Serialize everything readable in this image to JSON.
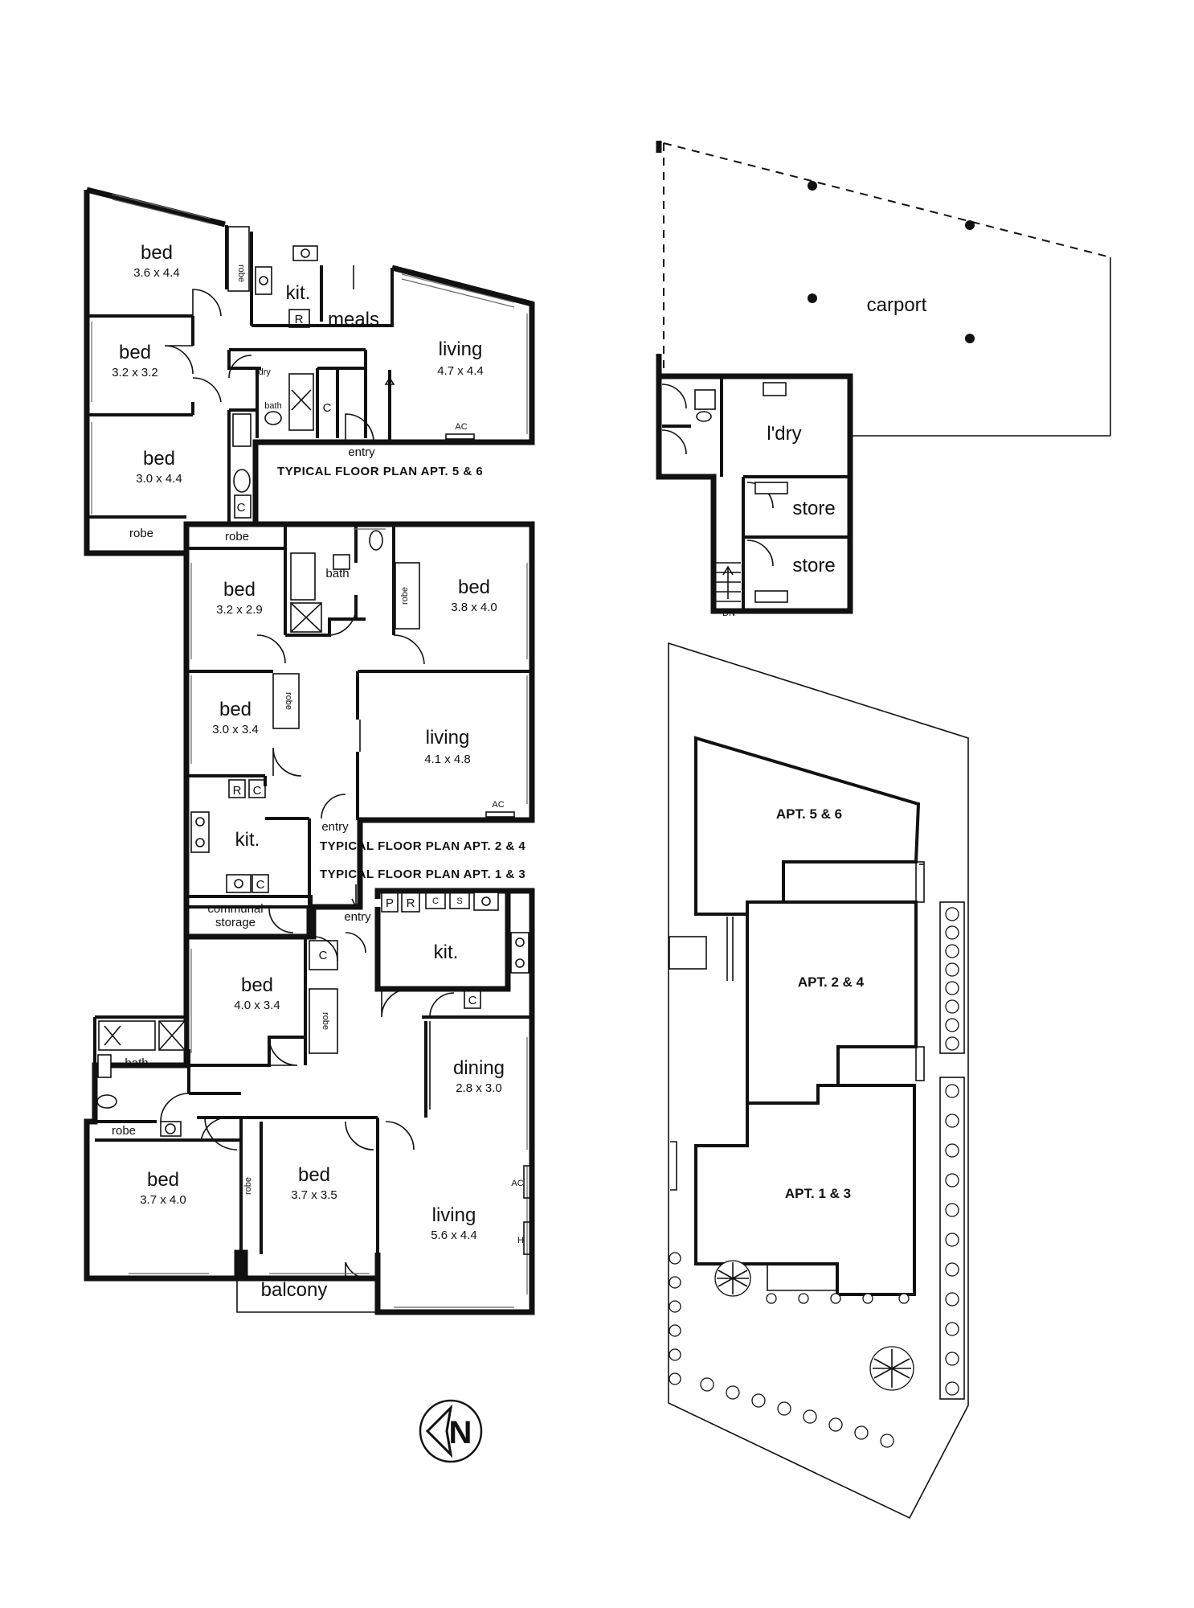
{
  "rooms_apt56": {
    "bed1": {
      "name": "bed",
      "size": "3.6 x 4.4"
    },
    "robe1": "robe",
    "kit": "kit.",
    "r": "R",
    "meals": "meals",
    "bed2": {
      "name": "bed",
      "size": "3.2 x 3.2"
    },
    "ldry": "l'dry",
    "bath": "bath",
    "c1": "C",
    "living": {
      "name": "living",
      "size": "4.7 x 4.4"
    },
    "ac": "AC",
    "entry": "entry",
    "bed3": {
      "name": "bed",
      "size": "3.0 x 4.4"
    },
    "c2": "C",
    "robe2": "robe",
    "caption": "TYPICAL  FLOOR PLAN APT. 5 & 6"
  },
  "rooms_apt24": {
    "robe1": "robe",
    "bath": "bath",
    "robe2": "robe",
    "bed1": {
      "name": "bed",
      "size": "3.2 x 2.9"
    },
    "bed2": {
      "name": "bed",
      "size": "3.8 x 4.0"
    },
    "bed3": {
      "name": "bed",
      "size": "3.0 x 3.4"
    },
    "robe3": "robe",
    "living": {
      "name": "living",
      "size": "4.1 x 4.8"
    },
    "ac": "AC",
    "r": "R",
    "c1": "C",
    "kit": "kit.",
    "c2": "C",
    "entry": "entry",
    "caption": "TYPICAL  FLOOR PLAN APT. 2 & 4",
    "communal_line1": "communal",
    "communal_line2": "storage"
  },
  "rooms_apt13": {
    "caption": "TYPICAL  FLOOR PLAN APT. 1 & 3",
    "entry": "entry",
    "p": "P",
    "r": "R",
    "c_top": "C",
    "s": "S",
    "kit": "kit.",
    "c_kit": "C",
    "c_hall": "C",
    "robe1": "robe",
    "bed1": {
      "name": "bed",
      "size": "4.0 x 3.4"
    },
    "bath": "bath",
    "robe2": "robe",
    "dining": {
      "name": "dining",
      "size": "2.8 x 3.0"
    },
    "bed2": {
      "name": "bed",
      "size": "3.7 x 4.0"
    },
    "robe3": "robe",
    "bed3": {
      "name": "bed",
      "size": "3.7 x 3.5"
    },
    "living": {
      "name": "living",
      "size": "5.6 x 4.4"
    },
    "ac": "AC",
    "h": "H",
    "balcony": "balcony"
  },
  "outbuilding": {
    "carport": "carport",
    "ldry": "l'dry",
    "store1": "store",
    "store2": "store",
    "dn": "DN"
  },
  "site_plan": {
    "apt56": "APT. 5 & 6",
    "apt24": "APT. 2 & 4",
    "apt13": "APT. 1 & 3"
  },
  "compass": {
    "letter": "N"
  }
}
